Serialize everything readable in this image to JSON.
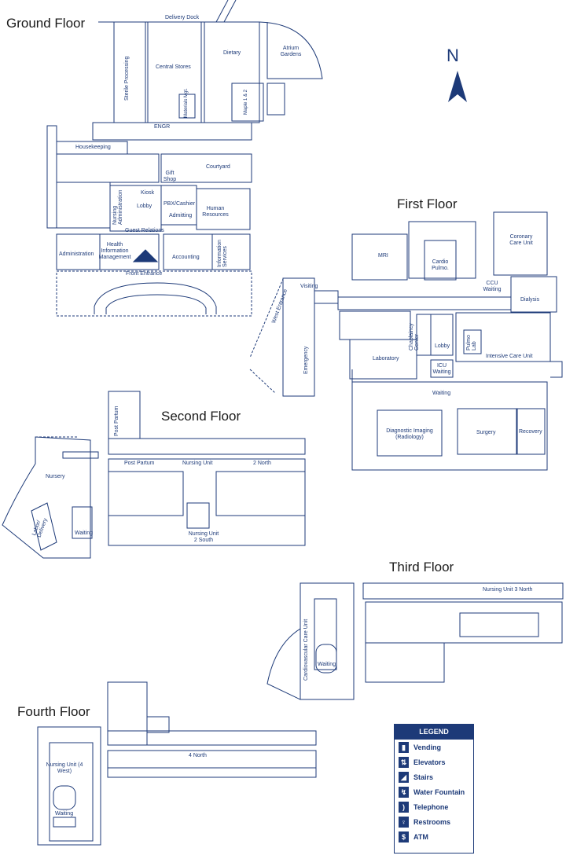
{
  "floors": {
    "ground": {
      "title": "Ground Floor",
      "rooms": {
        "delivery_dock": "Delivery Dock",
        "sterile_processing": "Sterile Processing",
        "central_stores": "Central Stores",
        "dietary": "Dietary",
        "atrium_gardens": "Atrium Gardens",
        "materials_mgt": "Materials Mgt.",
        "maple": "Maple 1 & 2",
        "engr": "ENGR",
        "housekeeping": "Housekeeping",
        "gift_shop": "Gift Shop",
        "courtyard": "Courtyard",
        "kiosk": "Kiosk",
        "nursing_admin": "Nursing Administration",
        "lobby": "Lobby",
        "pbx_cashier": "PBX/Cashier",
        "admitting": "Admitting",
        "human_resources": "Human Resources",
        "guest_relations": "Guest Relations",
        "administration": "Administration",
        "him": "Health Information Management",
        "accounting": "Accounting",
        "info_services": "Information Services",
        "front_entrance": "Front Entrance"
      }
    },
    "first": {
      "title": "First Floor",
      "rooms": {
        "mri": "MRI",
        "cardio_pulmo": "Cardio Pulmo.",
        "coronary_care": "Coronary Care Unit",
        "ccu_waiting": "CCU Waiting",
        "dialysis": "Dialysis",
        "visiting": "Visiting",
        "west_entrance": "West Entrance",
        "chaplaincy": "Chaplaincy Center",
        "lobby": "Lobby",
        "pulmo_lab": "Pulmo Lab",
        "icu": "Intensive Care Unit",
        "emergency": "Emergency",
        "laboratory": "Laboratory",
        "icu_waiting": "ICU Waiting",
        "waiting": "Waiting",
        "diagnostic_imaging": "Diagnostic Imaging (Radiology)",
        "surgery": "Surgery",
        "recovery": "Recovery"
      }
    },
    "second": {
      "title": "Second Floor",
      "rooms": {
        "post_partum_v": "Post Partum",
        "post_partum": "Post Partum",
        "nursing_unit": "Nursing Unit",
        "north2": "2 North",
        "nursery": "Nursery",
        "labor": "Labor/ Delivery",
        "waiting": "Waiting",
        "nursing_unit_2south": "Nursing Unit 2 South"
      }
    },
    "third": {
      "title": "Third Floor",
      "rooms": {
        "nursing_unit_3n": "Nursing Unit 3 North",
        "cardiovascular": "Cardiovascular Care Unit",
        "waiting": "Waiting"
      }
    },
    "fourth": {
      "title": "Fourth Floor",
      "rooms": {
        "nursing_unit_4w": "Nursing Unit (4 West)",
        "north4": "4 North",
        "waiting": "Waiting"
      }
    }
  },
  "north_label": "N",
  "legend": {
    "title": "LEGEND",
    "items": [
      {
        "label": "Vending",
        "icon": "vending-icon",
        "glyph": "▮"
      },
      {
        "label": "Elevators",
        "icon": "elevator-icon",
        "glyph": "⇅"
      },
      {
        "label": "Stairs",
        "icon": "stairs-icon",
        "glyph": "◢"
      },
      {
        "label": "Water Fountain",
        "icon": "fountain-icon",
        "glyph": "↯"
      },
      {
        "label": "Telephone",
        "icon": "telephone-icon",
        "glyph": ")"
      },
      {
        "label": "Restrooms",
        "icon": "restroom-icon",
        "glyph": "♀"
      },
      {
        "label": "ATM",
        "icon": "atm-icon",
        "glyph": "$"
      }
    ]
  },
  "colors": {
    "line": "#1d3a78",
    "background": "#ffffff"
  }
}
